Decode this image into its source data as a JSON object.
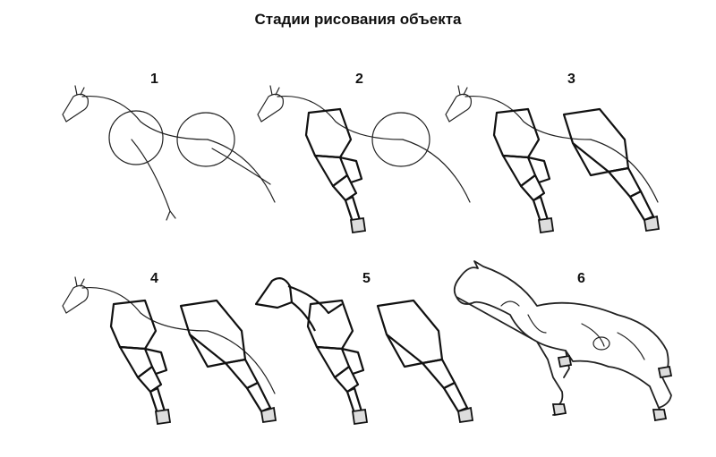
{
  "title": "Стадии рисования объекта",
  "stages": [
    {
      "label": "1"
    },
    {
      "label": "2"
    },
    {
      "label": "3"
    },
    {
      "label": "4"
    },
    {
      "label": "5"
    },
    {
      "label": "6"
    }
  ]
}
